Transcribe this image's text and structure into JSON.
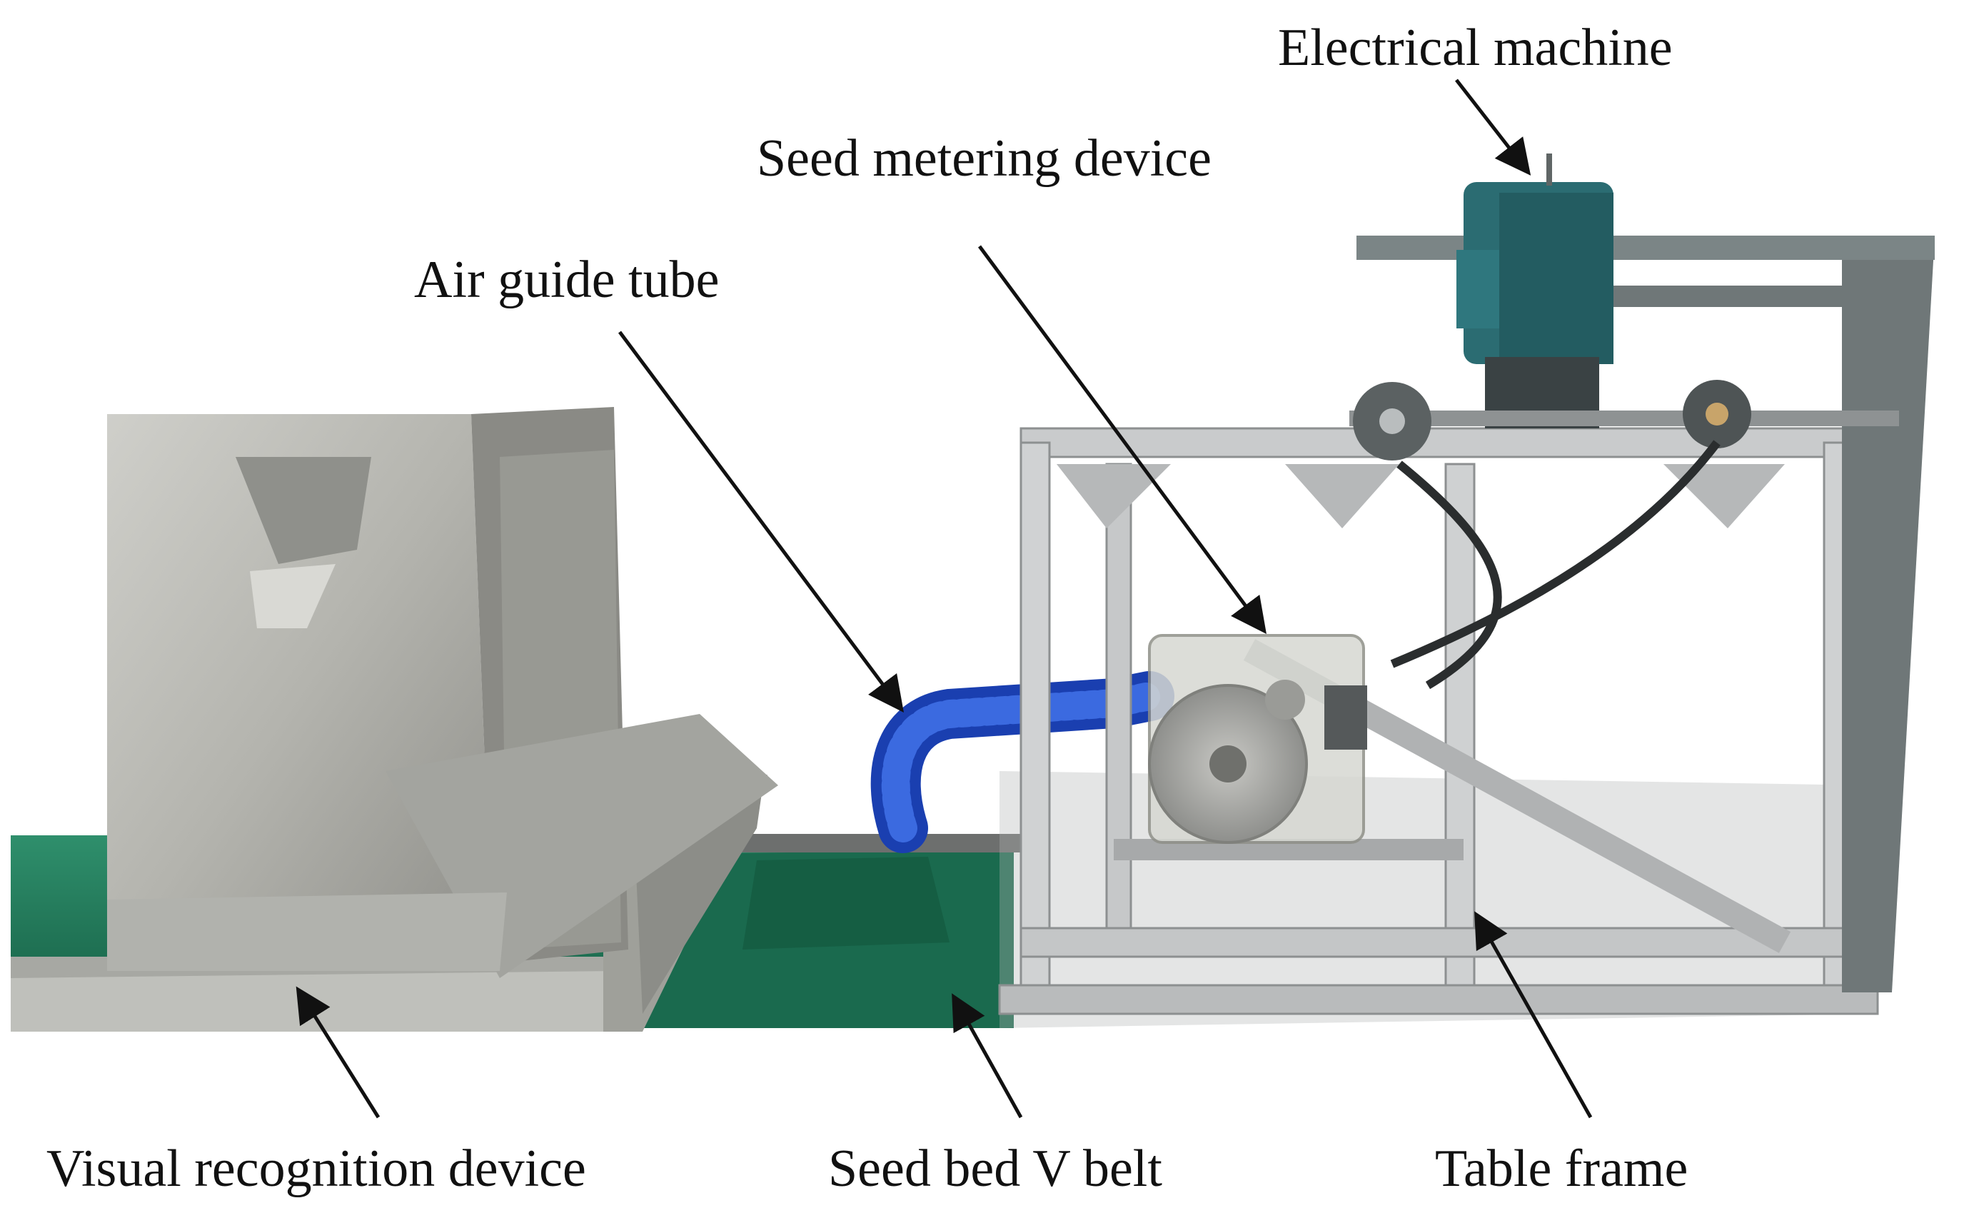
{
  "labels": {
    "electrical_machine": "Electrical machine",
    "seed_metering_device": "Seed metering device",
    "air_guide_tube": "Air guide tube",
    "visual_recognition_device": "Visual recognition device",
    "seed_bed_v_belt": "Seed bed V belt",
    "table_frame": "Table frame"
  },
  "colors": {
    "belt_green": "#1f7a5a",
    "steel": "#b9b9b4",
    "aluminum": "#d2d4d5",
    "motor_teal": "#2b6c72",
    "tube_blue": "#1e49c8",
    "arrow": "#111111"
  }
}
